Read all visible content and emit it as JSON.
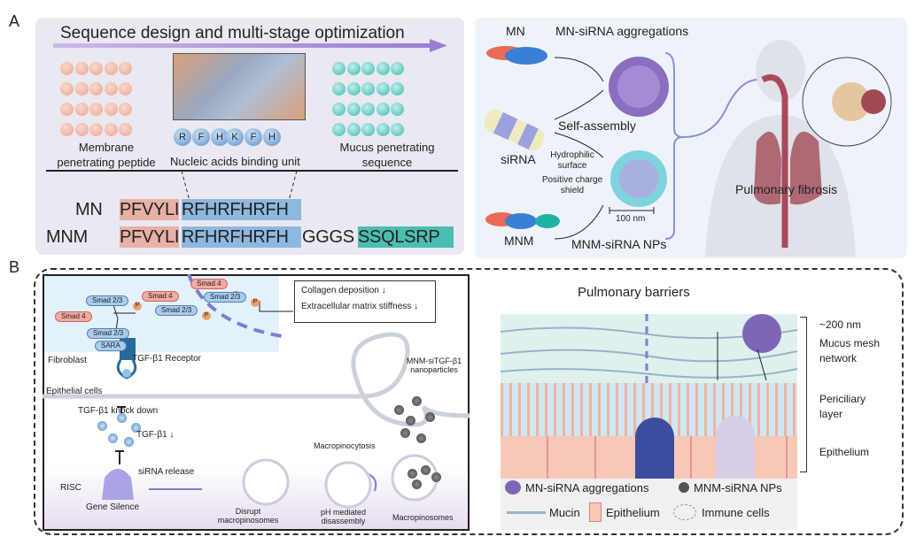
{
  "panel_a": {
    "label": "A",
    "title": "Sequence design and multi-stage optimization",
    "membrane_label": "Membrane penetrating peptide",
    "binding_label": "Nucleic acids binding unit",
    "mucus_label": "Mucus penetrating sequence",
    "unit1": [
      "R",
      "F",
      "H"
    ],
    "unit2": [
      "K",
      "F",
      "H"
    ],
    "mn_name": "MN",
    "mnm_name": "MNM",
    "seq_pen": "PFVYLI",
    "seq_bind": "RFHRFHRFH",
    "seq_linker": "GGGS",
    "seq_mucus": "SSQLSRP",
    "colors": {
      "penetrating": "#e8b1a6",
      "binding": "#8fb8e0",
      "mucus": "#4cbdb1",
      "arrow": "#9a7fd0"
    }
  },
  "assembly": {
    "mn": "MN",
    "mn_agg": "MN-siRNA aggregations",
    "sirna": "siRNA",
    "self_assembly": "Self-assembly",
    "hydrophilic": "Hydrophilic surface",
    "positive": "Positive charge shield",
    "scale": "100 nm",
    "mnm": "MNM",
    "mnm_np": "MNM-siRNA NPs",
    "disease": "Pulmonary fibrosis"
  },
  "panel_b": {
    "label": "B",
    "collagen": "Collagen deposition",
    "ecm": "Extracellular matrix stiffness",
    "smad23": "Smad 2/3",
    "smad4": "Smad 4",
    "sara": "SARA",
    "p": "P",
    "fibroblast": "Fibroblast",
    "receptor": "TGF-β1 Receptor",
    "epithelial": "Epithelial cells",
    "knockdown": "TGF-β1 knock down",
    "tgf": "TGF-β1",
    "nanoparticles": "MNM-siTGF-β1 nanoparticles",
    "macropinocytosis": "Macropinocytosis",
    "sirna_release": "siRNA release",
    "risc": "RISC",
    "gene_silence": "Gene Silence",
    "disrupt": "Disrupt macropinosomes",
    "ph": "pH mediated disassembly",
    "macropinosomes": "Macropinosomes",
    "barriers_title": "Pulmonary barriers",
    "nm200": "~200 nm",
    "mucus_mesh": "Mucus mesh network",
    "periciliary": "Periciliary layer",
    "epithelium": "Epithelium",
    "legend": {
      "agg": "MN-siRNA aggregations",
      "np": "MNM-siRNA NPs",
      "mucin": "Mucin",
      "epi": "Epithelium",
      "immune": "Immune cells"
    }
  }
}
